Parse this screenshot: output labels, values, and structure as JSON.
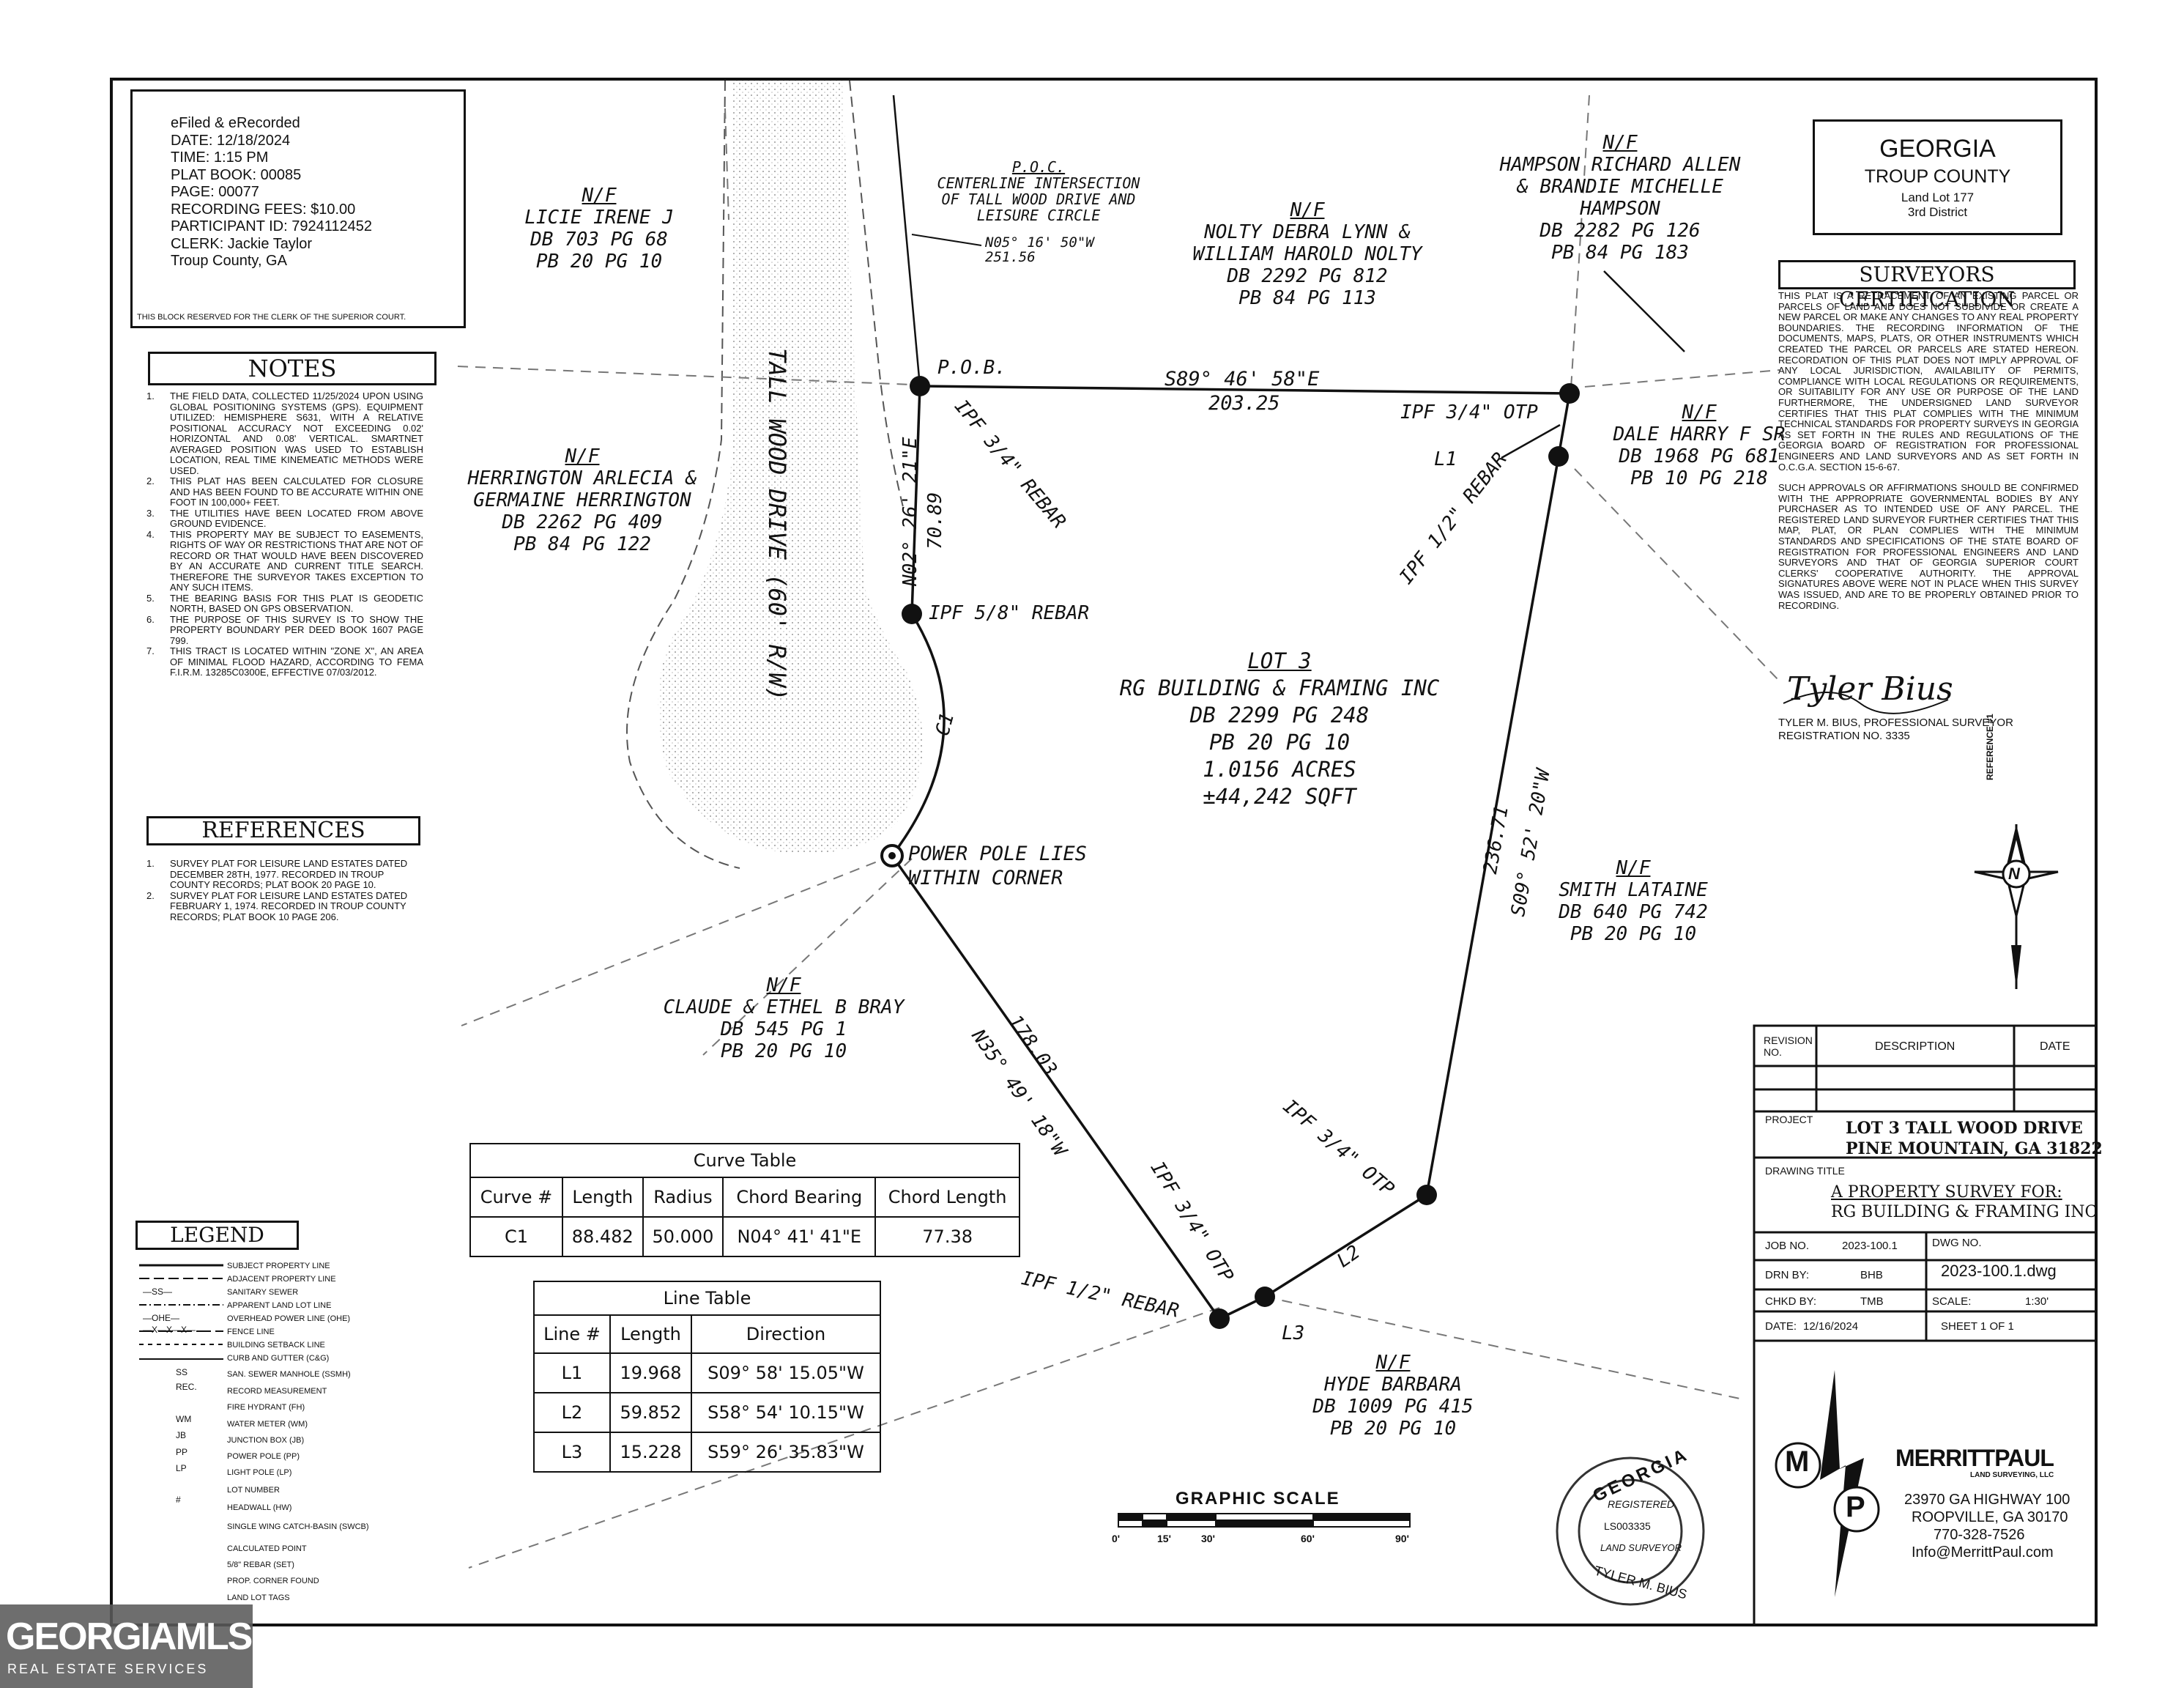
{
  "record": {
    "lines": [
      "eFiled & eRecorded",
      "DATE: 12/18/2024",
      "TIME: 1:15 PM",
      "PLAT BOOK: 00085",
      "PAGE: 00077",
      "RECORDING FEES: $10.00",
      "PARTICIPANT ID: 7924112452",
      "CLERK: Jackie Taylor",
      "Troup County, GA"
    ],
    "reserved": "THIS BLOCK RESERVED FOR THE CLERK OF THE SUPERIOR COURT."
  },
  "notes": {
    "title": "NOTES",
    "items": [
      {
        "n": "1.",
        "t": "THE FIELD DATA, COLLECTED 11/25/2024 UPON USING GLOBAL POSITIONING SYSTEMS (GPS). EQUIPMENT UTILIZED: HEMISPHERE S631, WITH A RELATIVE POSITIONAL ACCURACY NOT EXCEEDING 0.02' HORIZONTAL AND 0.08' VERTICAL. SMARTNET AVERAGED POSITION WAS USED TO ESTABLISH LOCATION, REAL TIME KINEMEATIC METHODS WERE USED."
      },
      {
        "n": "2.",
        "t": "THIS PLAT HAS BEEN CALCULATED FOR CLOSURE AND HAS BEEN FOUND TO BE ACCURATE WITHIN ONE FOOT IN 100,000+ FEET."
      },
      {
        "n": "3.",
        "t": "THE UTILITIES HAVE BEEN LOCATED FROM ABOVE GROUND EVIDENCE."
      },
      {
        "n": "4.",
        "t": "THIS PROPERTY MAY BE SUBJECT TO EASEMENTS, RIGHTS OF WAY OR RESTRICTIONS THAT ARE NOT OF RECORD OR THAT WOULD HAVE BEEN DISCOVERED BY AN ACCURATE AND CURRENT TITLE SEARCH. THEREFORE THE SURVEYOR TAKES EXCEPTION TO ANY SUCH ITEMS."
      },
      {
        "n": "5.",
        "t": "THE BEARING BASIS FOR THIS PLAT IS GEODETIC NORTH, BASED ON GPS OBSERVATION."
      },
      {
        "n": "6.",
        "t": "THE PURPOSE OF THIS SURVEY IS TO SHOW THE PROPERTY BOUNDARY PER DEED BOOK 1607 PAGE 799."
      },
      {
        "n": "7.",
        "t": "THIS TRACT IS LOCATED WITHIN \"ZONE X\", AN AREA OF MINIMAL FLOOD HAZARD, ACCORDING TO FEMA F.I.R.M. 13285C0300E, EFFECTIVE 07/03/2012."
      }
    ]
  },
  "references": {
    "title": "REFERENCES",
    "items": [
      {
        "n": "1.",
        "t": "SURVEY PLAT FOR LEISURE LAND ESTATES DATED DECEMBER 28TH, 1977. RECORDED IN TROUP COUNTY RECORDS; PLAT BOOK 20 PAGE 10."
      },
      {
        "n": "2.",
        "t": "SURVEY PLAT FOR LEISURE LAND ESTATES DATED FEBRUARY 1, 1974. RECORDED IN TROUP COUNTY RECORDS; PLAT BOOK 10 PAGE 206."
      }
    ]
  },
  "legend": {
    "title": "LEGEND",
    "items": [
      "SUBJECT PROPERTY LINE",
      "ADJACENT PROPERTY LINE",
      "SANITARY SEWER",
      "APPARENT LAND LOT LINE",
      "OVERHEAD POWER LINE (OHE)",
      "FENCE LINE",
      "BUILDING SETBACK LINE",
      "CURB AND GUTTER (C&G)",
      "SAN. SEWER MANHOLE (SSMH)",
      "RECORD MEASUREMENT",
      "FIRE HYDRANT (FH)",
      "WATER METER (WM)",
      "JUNCTION BOX (JB)",
      "POWER POLE (PP)",
      "LIGHT POLE (LP)",
      "LOT NUMBER",
      "HEADWALL (HW)",
      "SINGLE WING CATCH-BASIN (SWCB)",
      "CALCULATED POINT",
      "5/8\" REBAR (SET)",
      "PROP. CORNER FOUND",
      "LAND LOT TAGS"
    ],
    "symbols": [
      "—SS—",
      "—OHE—",
      "—X—X—X—",
      "SS",
      "REC.",
      "WM",
      "JB",
      "PP",
      "LP",
      "#"
    ]
  },
  "region": {
    "state": "GEORGIA",
    "county": "TROUP COUNTY",
    "land_lot": "Land Lot 177",
    "district": "3rd District"
  },
  "certification": {
    "title": "SURVEYORS CERTIFICATION",
    "p1": "THIS PLAT IS A RETRACEMENT OF AN EXISTING PARCEL OR PARCELS OF LAND AND DOES NOT SUBDIVIDE OR CREATE A NEW PARCEL OR MAKE ANY CHANGES TO ANY REAL PROPERTY BOUNDARIES. THE RECORDING INFORMATION OF THE DOCUMENTS, MAPS, PLATS, OR OTHER INSTRUMENTS WHICH CREATED THE PARCEL OR PARCELS ARE STATED HEREON. RECORDATION OF THIS PLAT DOES NOT IMPLY APPROVAL OF ANY LOCAL JURISDICTION, AVAILABILITY OF PERMITS, COMPLIANCE WITH LOCAL REGULATIONS OR REQUIREMENTS, OR SUITABILITY FOR ANY USE OR PURPOSE OF THE LAND FURTHERMORE, THE UNDERSIGNED LAND SURVEYOR CERTIFIES THAT THIS PLAT COMPLIES WITH THE MINIMUM TECHNICAL STANDARDS FOR PROPERTY SURVEYS IN GEORGIA AS SET FORTH IN THE RULES AND REGULATIONS OF THE GEORGIA BOARD OF REGISTRATION FOR PROFESSIONAL ENGINEERS AND LAND SURVEYORS AND AS SET FORTH IN O.C.G.A. SECTION 15-6-67.",
    "p2": "SUCH APPROVALS OR AFFIRMATIONS SHOULD BE CONFIRMED WITH THE APPROPRIATE GOVERNMENTAL BODIES BY ANY PURCHASER AS TO INTENDED USE OF ANY PARCEL. THE REGISTERED LAND SURVEYOR FURTHER CERTIFIES THAT THIS MAP, PLAT, OR PLAN COMPLIES WITH THE MINIMUM STANDARDS AND SPECIFICATIONS OF THE STATE BOARD OF REGISTRATION FOR PROFESSIONAL ENGINEERS AND LAND SURVEYORS AND THAT OF GEORGIA SUPERIOR COURT CLERKS' COOPERATIVE AUTHORITY. THE APPROVAL SIGNATURES ABOVE WERE NOT IN PLACE WHEN THIS SURVEY WAS ISSUED, AND ARE TO BE PROPERLY OBTAINED PRIOR TO RECORDING.",
    "signature": "Tyler Bius",
    "registration": "TYLER M. BIUS, PROFESSIONAL SURVEYOR REGISTRATION NO. 3335"
  },
  "north": {
    "label": "REFERENCE #1",
    "letter": "N"
  },
  "title_block": {
    "revision_hdr": "REVISION NO.",
    "description_hdr": "DESCRIPTION",
    "date_hdr": "DATE",
    "project_lbl": "PROJECT",
    "project_1": "LOT 3 TALL WOOD DRIVE",
    "project_2": "PINE MOUNTAIN, GA 31822",
    "drawing_title_lbl": "DRAWING TITLE",
    "title_1": "A PROPERTY SURVEY FOR:",
    "title_2": "RG BUILDING & FRAMING INC",
    "job_no_lbl": "JOB NO.",
    "job_no": "2023-100.1",
    "dwg_no_lbl": "DWG NO.",
    "dwg_no": "2023-100.1.dwg",
    "drn_lbl": "DRN BY:",
    "drn": "BHB",
    "chkd_lbl": "CHKD BY:",
    "chkd": "TMB",
    "scale_lbl": "SCALE:",
    "scale": "1:30'",
    "date_lbl": "DATE:",
    "date": "12/16/2024",
    "sheet_lbl": "SHEET",
    "sheet": "1",
    "of_lbl": "OF",
    "sheets": "1"
  },
  "company": {
    "m": "M",
    "p": "P",
    "name": "MERRITTPAUL",
    "sub": "LAND SURVEYING, LLC",
    "addr1": "23970 GA HIGHWAY 100",
    "addr2": "ROOPVILLE, GA 30170",
    "phone": "770-328-7526",
    "email": "Info@MerrittPaul.com"
  },
  "seal": {
    "top": "GEORGIA",
    "ring": "REGISTERED",
    "no": "LS003335",
    "name": "TYLER M. BIUS",
    "bottom": "LAND SURVEYOR"
  },
  "scale": {
    "title": "GRAPHIC SCALE",
    "ticks": [
      "0'",
      "15'",
      "30'",
      "60'",
      "90'"
    ]
  },
  "curve_table": {
    "title": "Curve Table",
    "headers": [
      "Curve #",
      "Length",
      "Radius",
      "Chord Bearing",
      "Chord Length"
    ],
    "rows": [
      [
        "C1",
        "88.482",
        "50.000",
        "N04° 41' 41\"E",
        "77.38"
      ]
    ]
  },
  "line_table": {
    "title": "Line Table",
    "headers": [
      "Line #",
      "Length",
      "Direction"
    ],
    "rows": [
      [
        "L1",
        "19.968",
        "S09° 58' 15.05\"W"
      ],
      [
        "L2",
        "59.852",
        "S58° 54' 10.15\"W"
      ],
      [
        "L3",
        "15.228",
        "S59° 26' 35.83\"W"
      ]
    ]
  },
  "plan": {
    "poc": [
      "P.O.C.",
      "CENTERLINE INTERSECTION",
      "OF TALL WOOD DRIVE AND",
      "LEISURE CIRCLE"
    ],
    "poc_bearing": "N05° 16' 50\"W",
    "poc_dist": "251.56",
    "pob": "P.O.B.",
    "top_bearing": "S89° 46' 58\"E",
    "top_dist": "203.25",
    "west_bearing": "N02° 26' 21\"E",
    "west_dist": "70.89",
    "east_bearing": "S09° 52' 20\"W",
    "east_dist": "236.71",
    "sw_bearing": "N35° 49' 18\"W",
    "sw_dist": "178.03",
    "road": "TALL WOOD DRIVE (60' R/W)",
    "pin_34_rebar": "IPF 3/4\" REBAR",
    "pin_58": "IPF 5/8\" REBAR",
    "pin_ne": "IPF 3/4\" OTP",
    "pin_12_e": "IPF 1/2\" REBAR",
    "pin_se": "IPF 3/4\" OTP",
    "pin_s": "IPF 3/4\" OTP",
    "pin_12_s": "IPF 1/2\" REBAR",
    "l1": "L1",
    "l2": "L2",
    "l3": "L3",
    "c1": "C1",
    "pp": [
      "POWER POLE LIES",
      "WITHIN CORNER"
    ],
    "lot": [
      "LOT 3",
      "RG BUILDING & FRAMING INC",
      "DB 2299 PG 248",
      "PB 20 PG 10",
      "1.0156 ACRES",
      "±44,242 SQFT"
    ],
    "nf_licie": [
      "N/F",
      "LICIE IRENE J",
      "DB 703 PG 68",
      "PB 20 PG 10"
    ],
    "nf_nolty": [
      "N/F",
      "NOLTY DEBRA LYNN &",
      "WILLIAM HAROLD NOLTY",
      "DB 2292 PG 812",
      "PB 84 PG 113"
    ],
    "nf_hampson": [
      "N/F",
      "HAMPSON RICHARD ALLEN",
      "& BRANDIE MICHELLE",
      "HAMPSON",
      "DB 2282 PG 126",
      "PB 84 PG 183"
    ],
    "nf_herrington": [
      "N/F",
      "HERRINGTON ARLECIA &",
      "GERMAINE HERRINGTON",
      "DB 2262 PG 409",
      "PB 84 PG 122"
    ],
    "nf_dale": [
      "N/F",
      "DALE HARRY F SR",
      "DB 1968 PG 681",
      "PB 10 PG 218"
    ],
    "nf_smith": [
      "N/F",
      "SMITH LATAINE",
      "DB 640 PG 742",
      "PB 20 PG 10"
    ],
    "nf_bray": [
      "N/F",
      "CLAUDE & ETHEL B BRAY",
      "DB 545 PG 1",
      "PB 20 PG 10"
    ],
    "nf_hyde": [
      "N/F",
      "HYDE BARBARA",
      "DB 1009 PG 415",
      "PB 20 PG 10"
    ]
  },
  "watermark": {
    "line1": "GEORGIAMLS",
    "line2": "REAL ESTATE SERVICES"
  }
}
